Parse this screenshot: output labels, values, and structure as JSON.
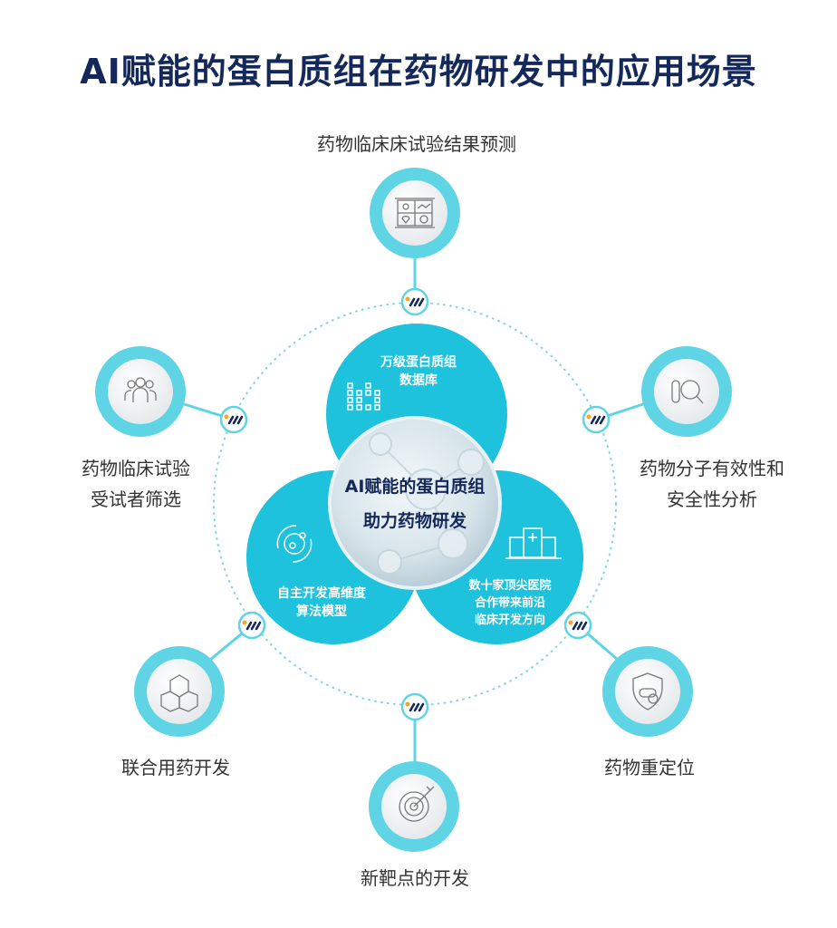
{
  "title": "AI赋能的蛋白质组在药物研发中的应用场景",
  "center": {
    "line1": "AI赋能的蛋白质组",
    "line2": "助力药物研发"
  },
  "pillars": {
    "top": {
      "line1": "万级蛋白质组",
      "line2": "数据库"
    },
    "left": {
      "line1": "自主开发高维度",
      "line2": "算法模型"
    },
    "right": {
      "line1": "数十家顶尖医院",
      "line2": "合作带来前沿",
      "line3": "临床开发方向"
    }
  },
  "scenarios": {
    "top": "药物临床床试验结果预测",
    "top_left": {
      "line1": "药物临床试验",
      "line2": "受试者筛选"
    },
    "top_right": {
      "line1": "药物分子有效性和",
      "line2": "安全性分析"
    },
    "bottom_left": "联合用药开发",
    "bottom_right": "药物重定位",
    "bottom": "新靶点的开发"
  },
  "colors": {
    "navy": "#14295a",
    "cyan": "#1ec2dc",
    "ring": "#5fd4e4",
    "orange": "#f5a623"
  }
}
